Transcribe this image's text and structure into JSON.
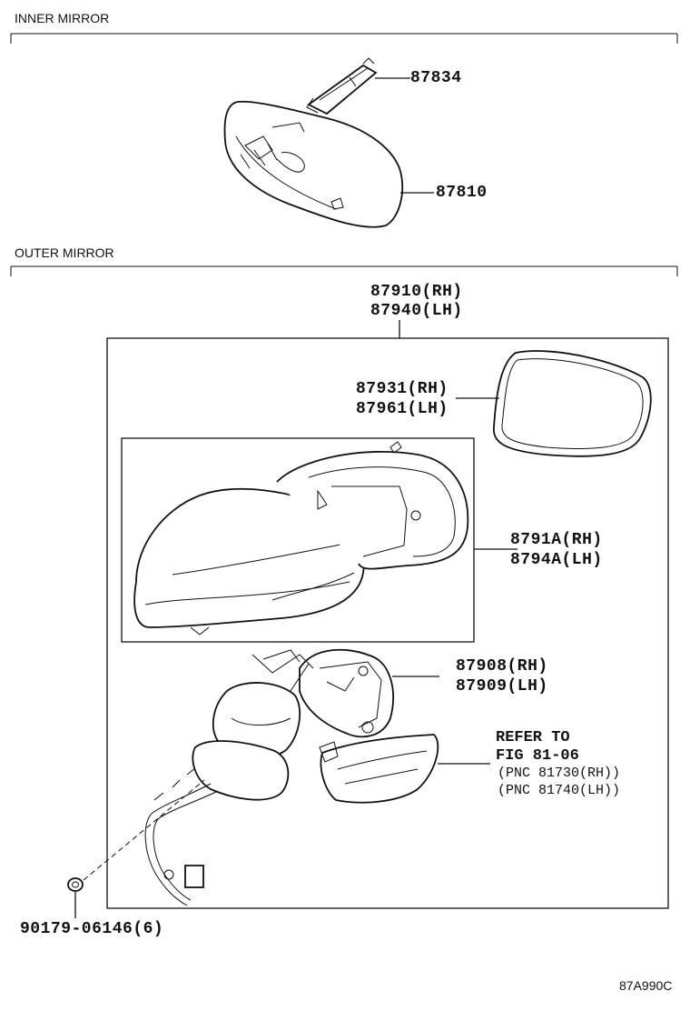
{
  "sections": {
    "inner_title": "INNER MIRROR",
    "outer_title": "OUTER MIRROR"
  },
  "parts": {
    "p87834": "87834",
    "p87810": "87810",
    "assy_rh": "87910(RH)",
    "assy_lh": "87940(LH)",
    "glass_rh": "87931(RH)",
    "glass_lh": "87961(LH)",
    "cover_rh": "8791A(RH)",
    "cover_lh": "8794A(LH)",
    "motor_rh": "87908(RH)",
    "motor_lh": "87909(LH)",
    "nut": "90179-06146(6)"
  },
  "reference": {
    "line1": "REFER TO",
    "line2": "FIG 81-06",
    "line3": "(PNC 81730(RH))",
    "line4": "(PNC 81740(LH))"
  },
  "diagram_code": "87A990C"
}
